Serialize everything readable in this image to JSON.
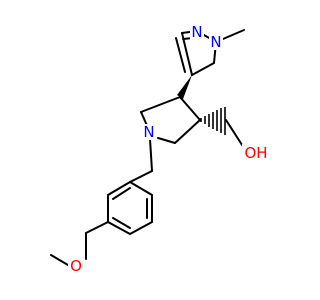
{
  "structure": {
    "colors": {
      "bond": "#000000",
      "carbon_text": "#000000",
      "nitrogen": "#0000ff",
      "oxygen": "#ff0000"
    },
    "atom_labels": {
      "pyrazole_n1": "N",
      "pyrazole_n2": "N",
      "pyrrolidine_n": "N",
      "hydroxyl": "OH",
      "ether_o": "O"
    }
  }
}
